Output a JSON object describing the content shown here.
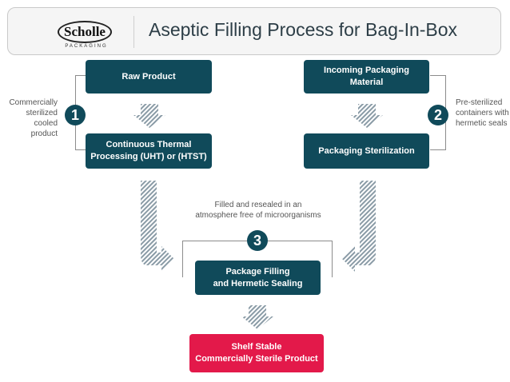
{
  "header": {
    "logo_name": "Scholle",
    "logo_sub": "PACKAGING",
    "title": "Aseptic Filling Process for Bag-In-Box"
  },
  "steps": {
    "raw_product": "Raw Product",
    "thermal": [
      "Continuous Thermal",
      "Processing (UHT) or (HTST)"
    ],
    "incoming": [
      "Incoming Packaging",
      "Material"
    ],
    "sterilization": "Packaging Sterilization",
    "filling": [
      "Package Filling",
      "and Hermetic Sealing"
    ],
    "final": [
      "Shelf Stable",
      "Commercially Sterile Product"
    ]
  },
  "markers": {
    "one": "1",
    "two": "2",
    "three": "3"
  },
  "notes": {
    "left": [
      "Commercially",
      "sterilized cooled",
      "product"
    ],
    "right": [
      "Pre-sterilized",
      "containers with",
      "hermetic seals"
    ],
    "middle": [
      "Filled and resealed in an",
      "atmosphere free of microorganisms"
    ]
  },
  "colors": {
    "primary": "#104a5a",
    "accent": "#e3194a",
    "arrow": "#8a9ba6"
  }
}
